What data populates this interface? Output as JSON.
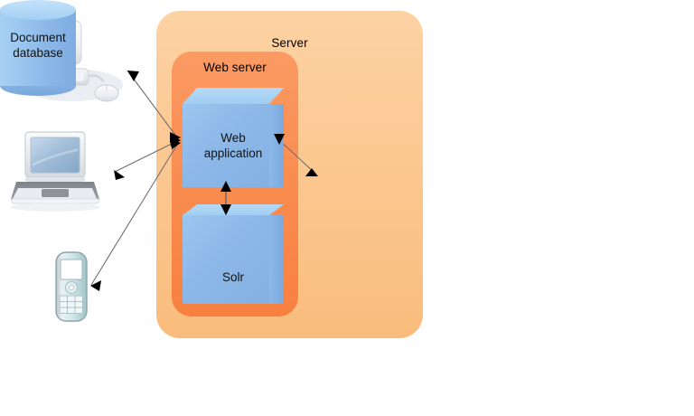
{
  "diagram": {
    "title": "Server architecture diagram",
    "containers": [
      {
        "id": "server",
        "label": "Server",
        "color": "#fbc68e"
      },
      {
        "id": "web-server",
        "label": "Web server",
        "color": "#f98b4e"
      }
    ],
    "nodes": [
      {
        "id": "web-application",
        "label": "Web\napplication",
        "shape": "cube",
        "color": "#8cb8e8"
      },
      {
        "id": "solr",
        "label": "Solr",
        "shape": "cube",
        "color": "#8cb8e8"
      },
      {
        "id": "document-database",
        "label": "Document\ndatabase",
        "shape": "cylinder",
        "color": "#8cb8e8"
      }
    ],
    "clients": [
      {
        "id": "desktop-computer",
        "label": "desktop-computer-icon"
      },
      {
        "id": "laptop-computer",
        "label": "laptop-computer-icon"
      },
      {
        "id": "mobile-phone",
        "label": "mobile-phone-icon"
      }
    ],
    "connections": [
      {
        "from": "desktop-computer",
        "to": "web-application",
        "arrow": "double"
      },
      {
        "from": "laptop-computer",
        "to": "web-application",
        "arrow": "double"
      },
      {
        "from": "mobile-phone",
        "to": "web-application",
        "arrow": "double"
      },
      {
        "from": "web-application",
        "to": "document-database",
        "arrow": "double"
      },
      {
        "from": "web-application",
        "to": "solr",
        "arrow": "double"
      }
    ],
    "colors": {
      "server_fill": "#fbc68e",
      "web_server_fill": "#f98b4e",
      "node_fill": "#8cb8e8",
      "node_top_fill": "#a8d0f0",
      "connector": "#6b6b6b",
      "text": "#111111",
      "background": "#ffffff"
    }
  }
}
